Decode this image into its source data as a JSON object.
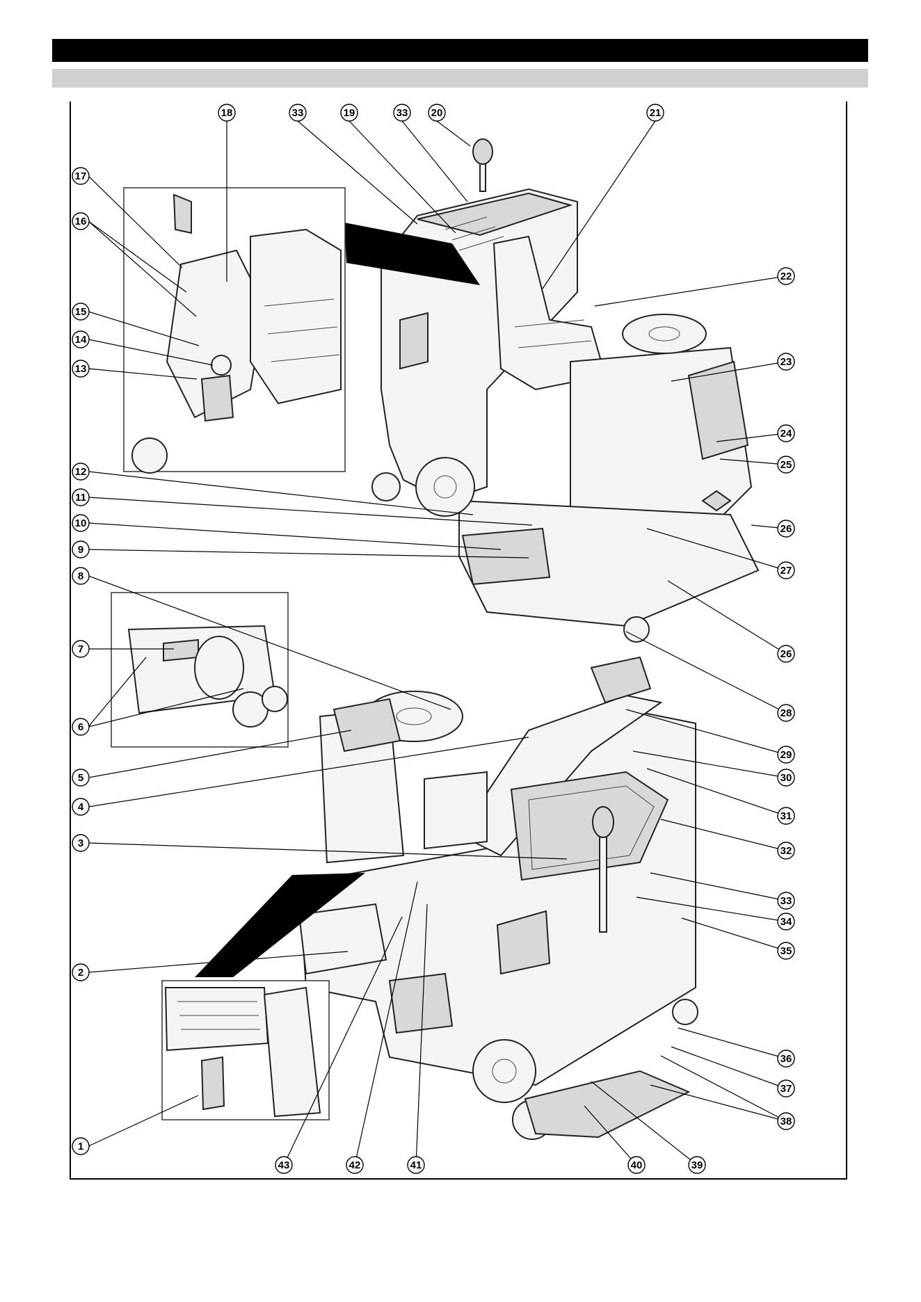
{
  "colors": {
    "header_bar": "#000000",
    "sub_bar": "#d0d0d0",
    "line": "#000000"
  },
  "callouts": {
    "c1": "1",
    "c2": "2",
    "c3": "3",
    "c4": "4",
    "c5": "5",
    "c6": "6",
    "c7": "7",
    "c8": "8",
    "c9": "9",
    "c10": "10",
    "c11": "11",
    "c12": "12",
    "c13": "13",
    "c14": "14",
    "c15": "15",
    "c16": "16",
    "c17": "17",
    "c18": "18",
    "c19": "19",
    "c20": "20",
    "c21": "21",
    "c22": "22",
    "c23": "23",
    "c24": "24",
    "c25": "25",
    "c26": "26",
    "c27": "27",
    "c28": "28",
    "c29": "29",
    "c30": "30",
    "c31": "31",
    "c32": "32",
    "c33": "33",
    "c34": "34",
    "c35": "35",
    "c36": "36",
    "c37": "37",
    "c38": "38",
    "c39": "39",
    "c40": "40",
    "c41": "41",
    "c42": "42",
    "c43": "43"
  }
}
